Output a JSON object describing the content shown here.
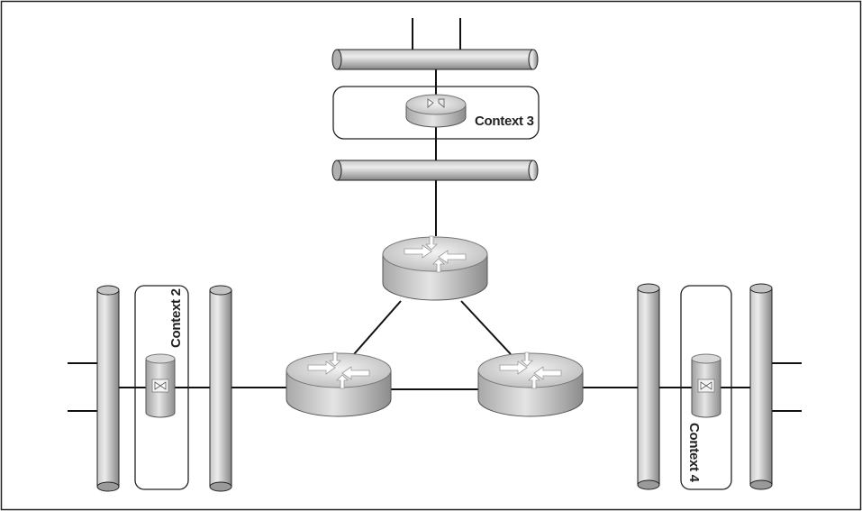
{
  "contexts": [
    {
      "id": "context-3",
      "label": "Context 3",
      "orientation": "horizontal"
    },
    {
      "id": "context-2",
      "label": "Context 2",
      "orientation": "vertical-up"
    },
    {
      "id": "context-4",
      "label": "Context 4",
      "orientation": "vertical-down"
    }
  ],
  "routers": [
    {
      "id": "router-top",
      "icon": "router-icon"
    },
    {
      "id": "router-left",
      "icon": "router-icon"
    },
    {
      "id": "router-right",
      "icon": "router-icon"
    }
  ],
  "firewalls": [
    {
      "id": "firewall-context-3",
      "icon": "firewall-icon"
    },
    {
      "id": "firewall-context-2",
      "icon": "firewall-icon"
    },
    {
      "id": "firewall-context-4",
      "icon": "firewall-icon"
    }
  ],
  "colors": {
    "frame": "#222222",
    "line": "#111111",
    "cylinder_light": "#e2e2e2",
    "cylinder_dark": "#8a8a8a",
    "device_top": "#dcdcdc",
    "device_side": "#9a9a9a"
  }
}
